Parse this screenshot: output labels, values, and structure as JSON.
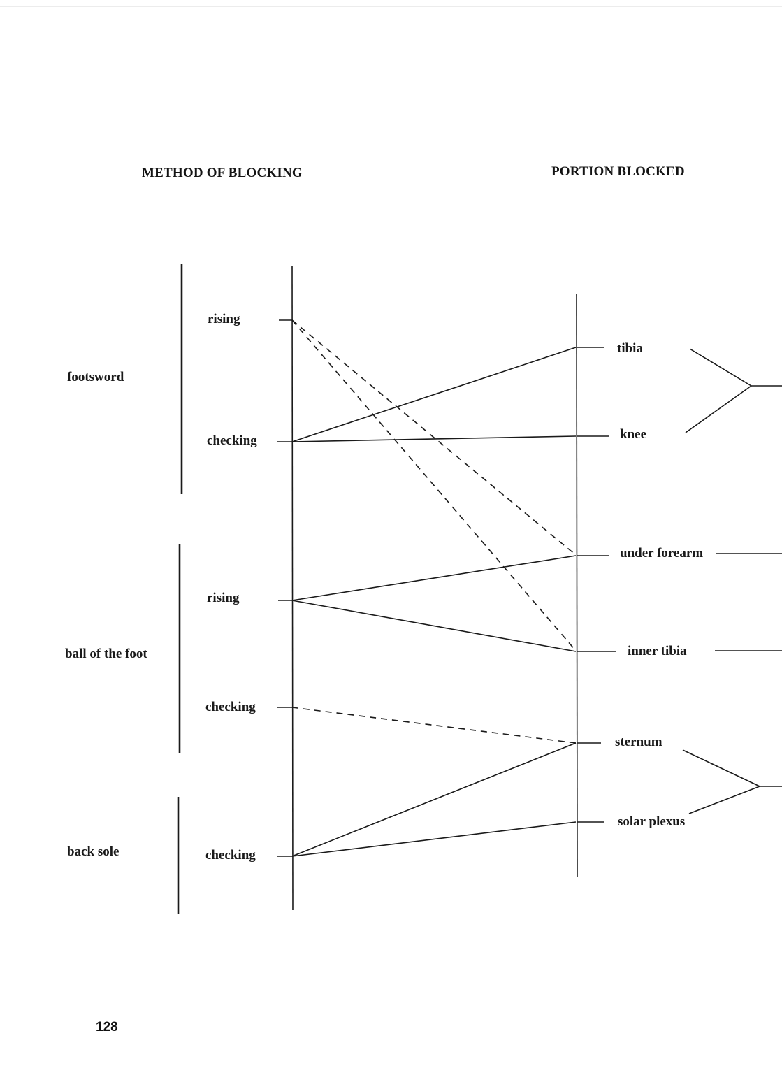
{
  "headers": {
    "method": "METHOD OF BLOCKING",
    "portion": "PORTION BLOCKED"
  },
  "groups": [
    {
      "key": "footsword",
      "label": "footsword"
    },
    {
      "key": "ball",
      "label": "ball of the foot"
    },
    {
      "key": "back",
      "label": "back sole"
    }
  ],
  "methods": [
    {
      "key": "fs_rising",
      "label": "rising"
    },
    {
      "key": "fs_checking",
      "label": "checking"
    },
    {
      "key": "bf_rising",
      "label": "rising"
    },
    {
      "key": "bf_checking",
      "label": "checking"
    },
    {
      "key": "bs_checking",
      "label": "checking"
    }
  ],
  "portions": [
    {
      "key": "tibia",
      "label": "tibia"
    },
    {
      "key": "knee",
      "label": "knee"
    },
    {
      "key": "under_forearm",
      "label": "under forearm"
    },
    {
      "key": "inner_tibia",
      "label": "inner tibia"
    },
    {
      "key": "sternum",
      "label": "sternum"
    },
    {
      "key": "solar_plexus",
      "label": "solar plexus"
    }
  ],
  "connections": [
    {
      "from": "fs_rising",
      "to": "under_forearm",
      "style": "dashed"
    },
    {
      "from": "fs_rising",
      "to": "inner_tibia",
      "style": "dashed"
    },
    {
      "from": "fs_checking",
      "to": "tibia",
      "style": "solid"
    },
    {
      "from": "fs_checking",
      "to": "knee",
      "style": "solid"
    },
    {
      "from": "bf_rising",
      "to": "under_forearm",
      "style": "solid"
    },
    {
      "from": "bf_rising",
      "to": "inner_tibia",
      "style": "solid"
    },
    {
      "from": "bf_checking",
      "to": "sternum",
      "style": "dashed"
    },
    {
      "from": "bs_checking",
      "to": "sternum",
      "style": "solid"
    },
    {
      "from": "bs_checking",
      "to": "solar_plexus",
      "style": "solid"
    }
  ],
  "page_number": "128"
}
